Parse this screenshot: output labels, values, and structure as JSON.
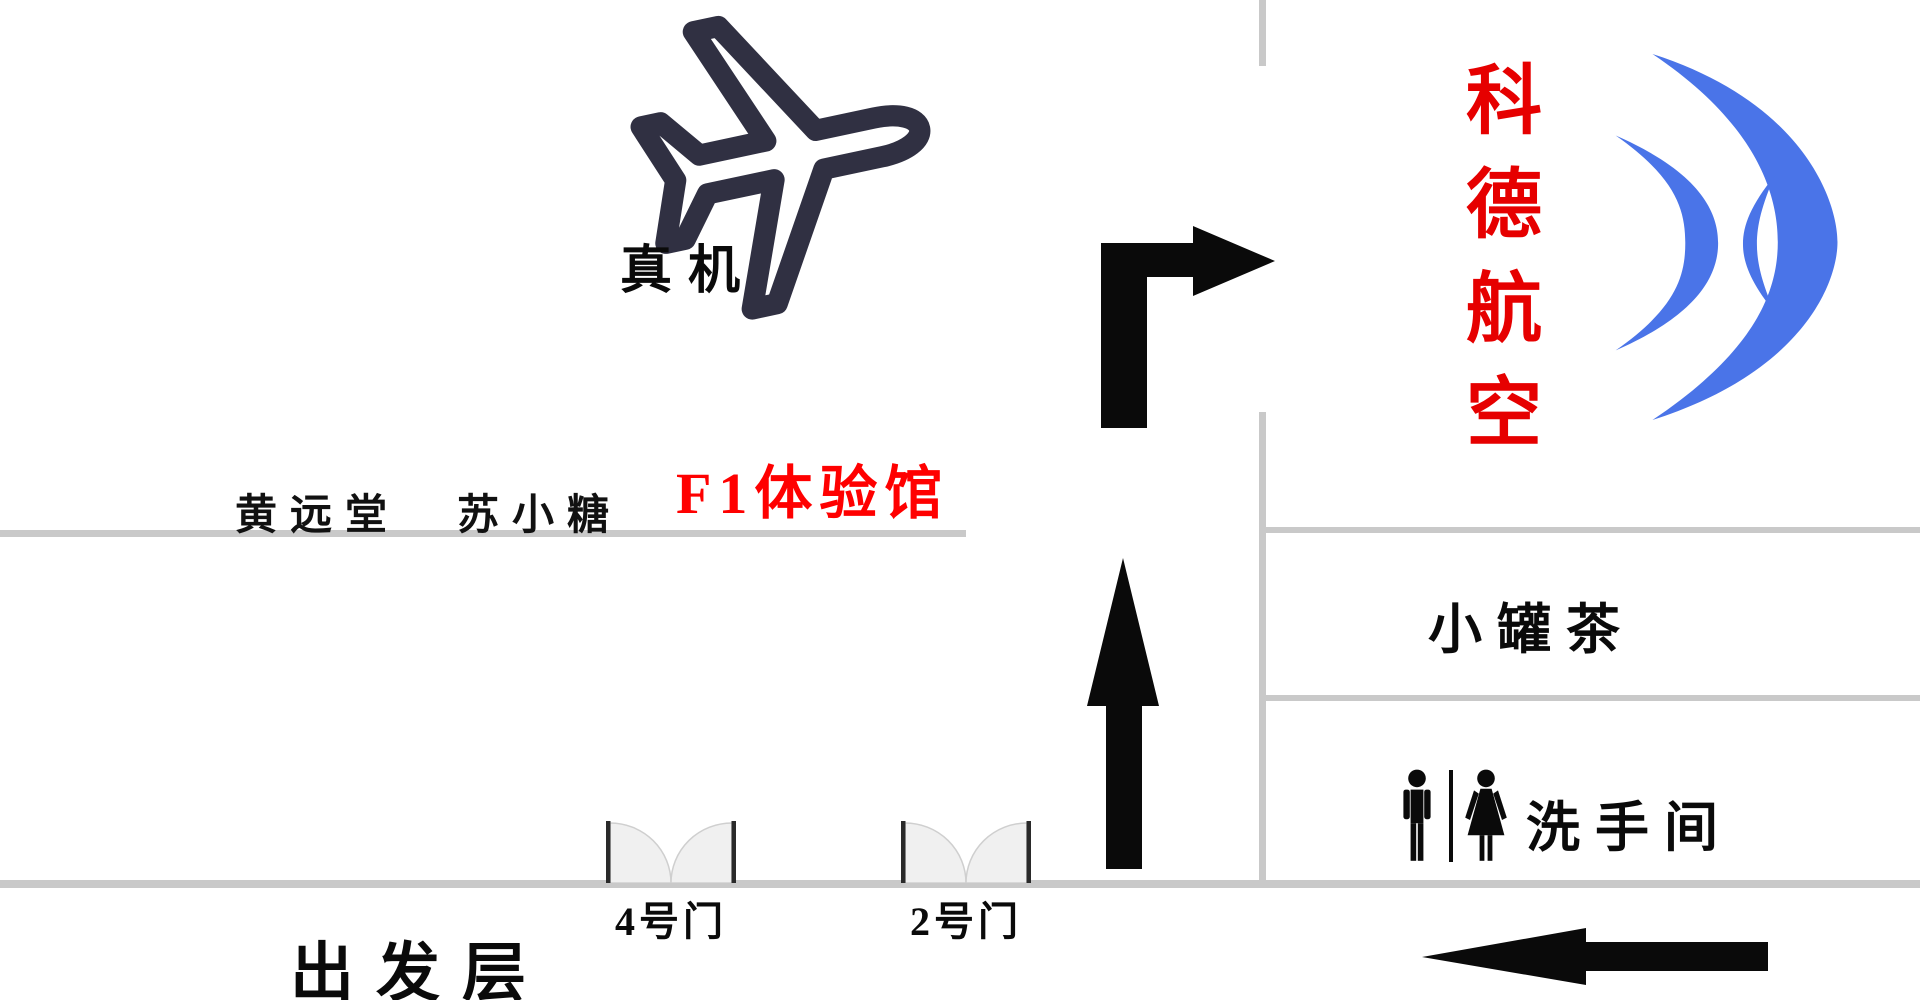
{
  "map_title": "出发层",
  "plane": {
    "caption": "真机",
    "icon": "airplane-outline-icon",
    "color": "#303042"
  },
  "airline": {
    "name": "科德航空",
    "chars": [
      "科",
      "德",
      "航",
      "空"
    ],
    "name_color": "#e60000",
    "logo": "double-crescent-swoosh-icon",
    "logo_color": "#4a74e8"
  },
  "shops": {
    "shop1": "黄远堂",
    "shop2": "苏小糖",
    "f1_hall": "F1体验馆",
    "f1_hall_color": "#ff0000",
    "tea_shop": "小罐茶"
  },
  "restroom": {
    "label": "洗手间",
    "icons": [
      "man-icon",
      "woman-icon"
    ]
  },
  "gates": {
    "gate4": "4号门",
    "gate2": "2号门",
    "door_icon": "double-swing-door-icon"
  },
  "floor_label": "出发层",
  "arrows": {
    "turn_right": "turn-right-arrow-icon",
    "up": "up-arrow-icon",
    "left": "left-arrow-icon",
    "color": "#0a0a0a"
  },
  "structure": {
    "line_color": "#c9c9c9"
  }
}
